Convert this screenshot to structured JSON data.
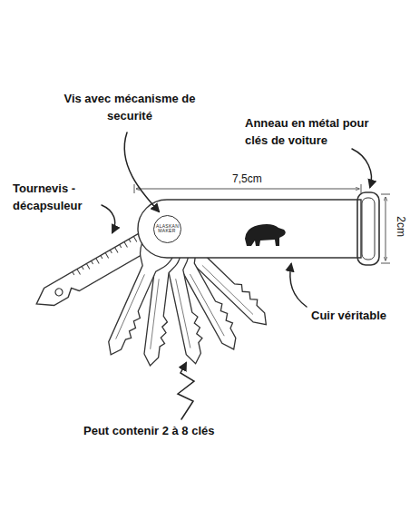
{
  "diagram": {
    "nodes": [
      {
        "text": [
          "ALASKAN MAKER"
        ]
      }
    ],
    "labels": [
      "Vis avec mécanisme de securité",
      "Anneau en métal pour clés de voiture",
      "7,5cm",
      "2cm",
      "Tournevis - décapsuleur",
      "Cuir véritable",
      "Peut contenir 2 à 8 clés"
    ]
  }
}
